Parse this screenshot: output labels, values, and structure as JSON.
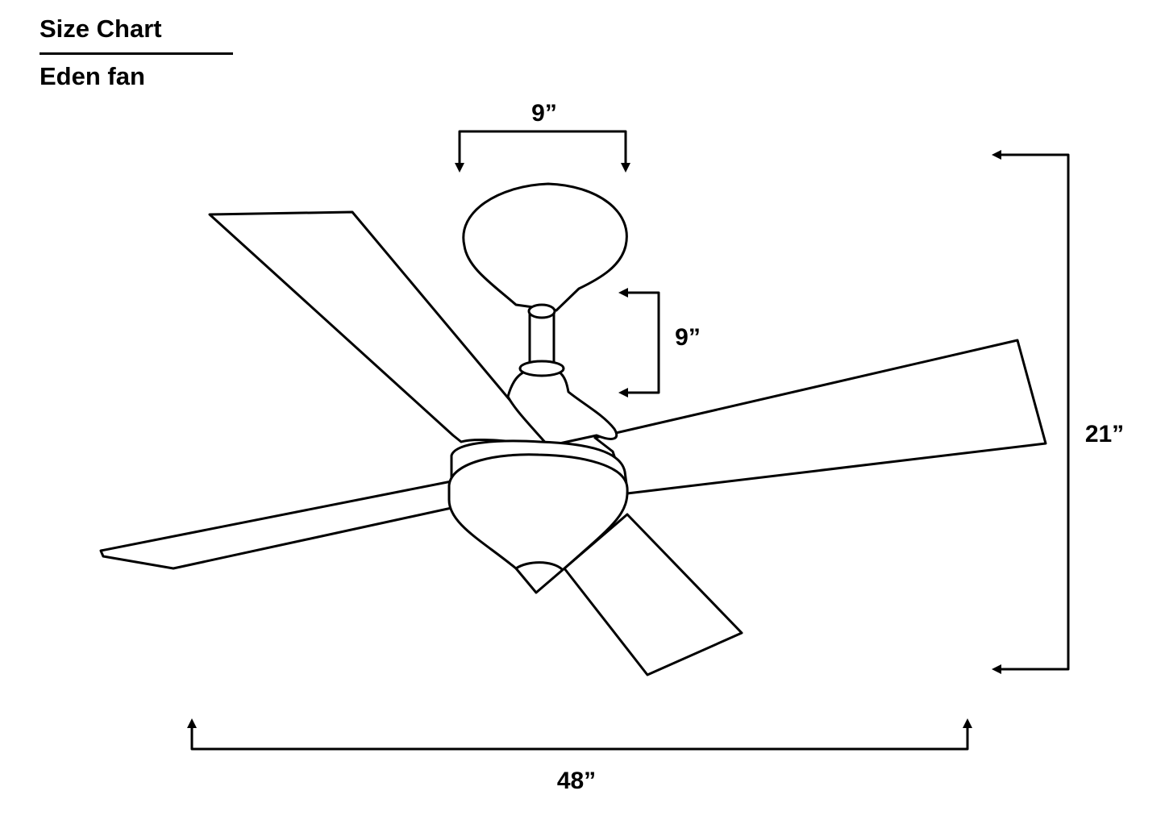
{
  "header": {
    "title": "Size Chart",
    "subtitle": "Eden fan"
  },
  "dimensions": {
    "canopy_width": "9”",
    "downrod_length": "9”",
    "overall_height": "21”",
    "blade_span": "48”"
  }
}
